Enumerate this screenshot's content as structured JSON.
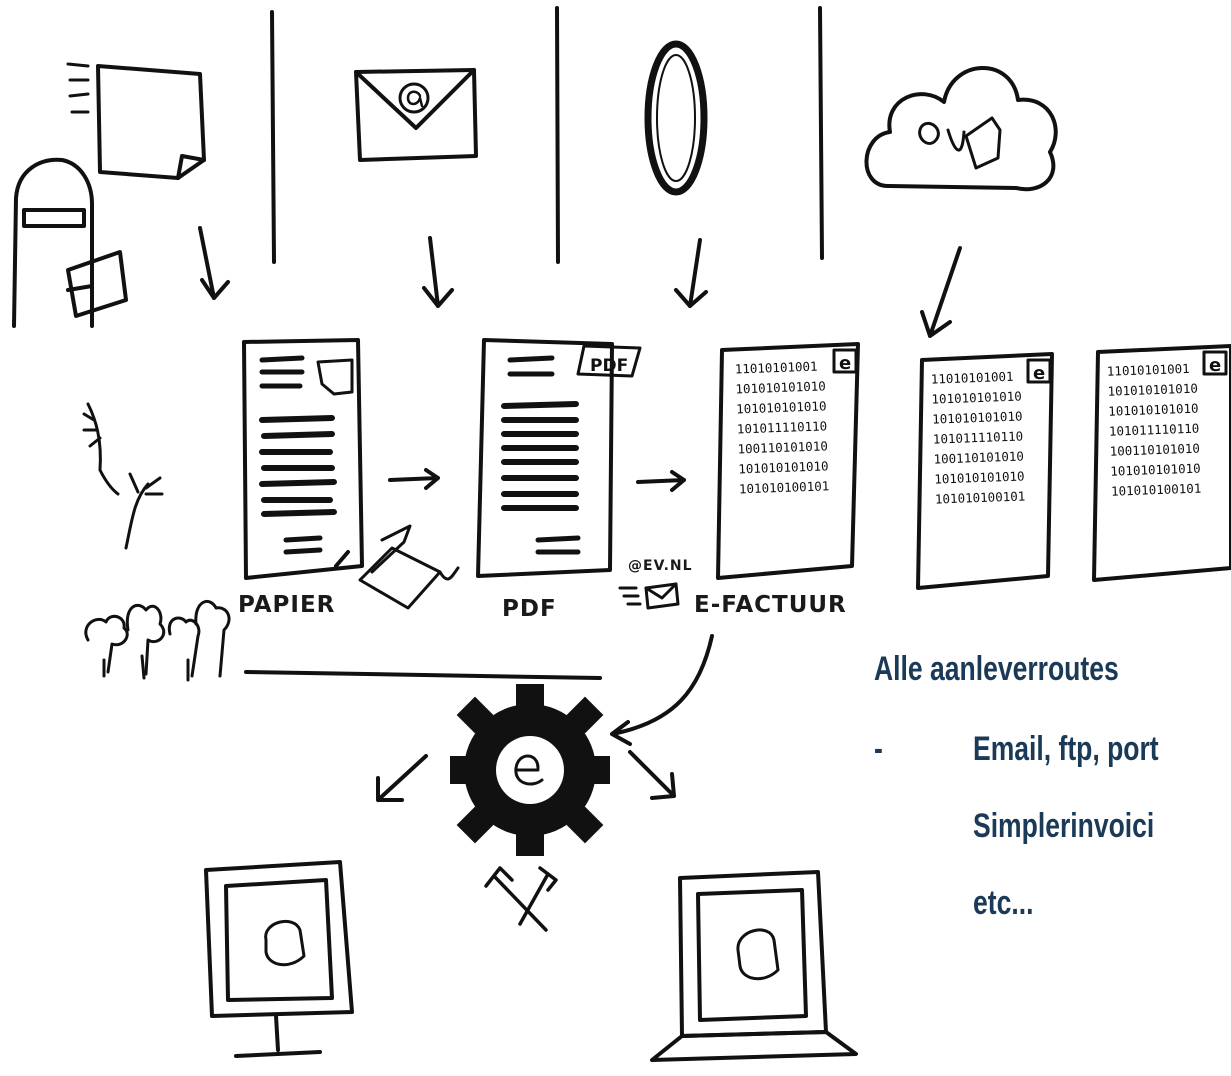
{
  "labels": {
    "papier": "PAPIER",
    "pdf": "PDF",
    "efactuur": "E-FACTUUR",
    "pdf_tag": "PDF",
    "email_tag": "@EV.NL"
  },
  "binary_lines": [
    "11010101001",
    "101010101010",
    "101010101010",
    "101011110110",
    "100110101010",
    "101010101010",
    "101010100101"
  ],
  "right_text": {
    "heading": "Alle aanleverroutes",
    "bullet_dash": "-",
    "line1": "Email, ftp, port",
    "line2": "Simplerinvoici",
    "line3": "etc..."
  },
  "colors": {
    "ink": "#111111",
    "text": "#1b3a57"
  }
}
